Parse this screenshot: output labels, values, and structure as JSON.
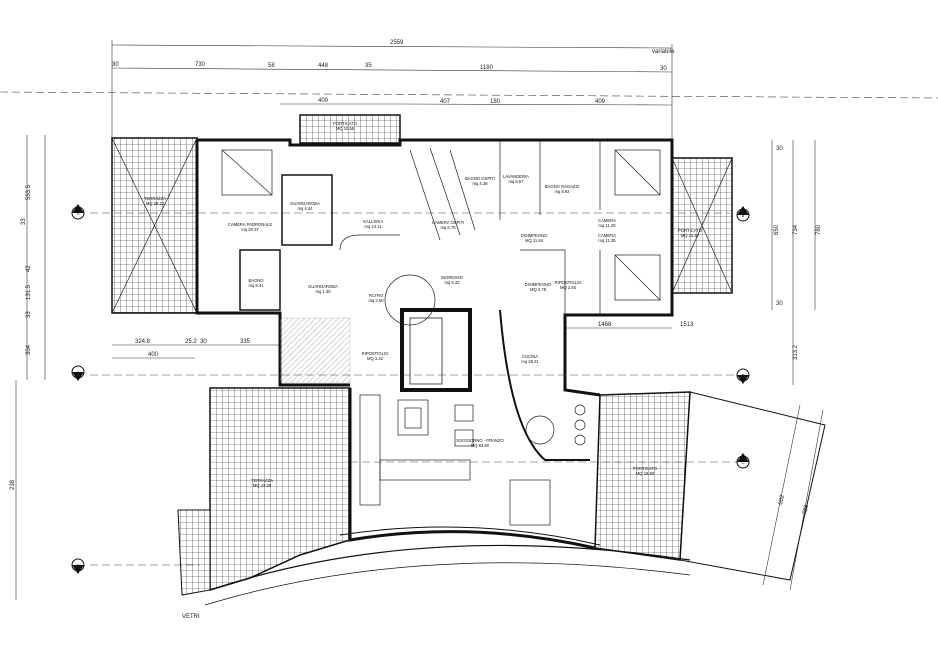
{
  "drawing": {
    "top_dimensions": {
      "overall": "2559",
      "variable": "variabile",
      "segments": [
        "30",
        "730",
        "58",
        "448",
        "35",
        "1180",
        "30"
      ],
      "sub": [
        "400",
        "407",
        "180",
        "409"
      ]
    },
    "left_dimensions": [
      "33",
      "553.5",
      "42",
      "131.5",
      "33",
      "304",
      "238"
    ],
    "right_dimensions": [
      "30",
      "30",
      "650",
      "734",
      "780",
      "313.2",
      "602",
      "723"
    ],
    "mid_dimensions": [
      "324.8",
      "25.2",
      "30",
      "335",
      "400",
      "1468",
      "1513"
    ],
    "rooms": [
      {
        "name": "TERRAZZA",
        "area": "MQ 28.20"
      },
      {
        "name": "PORTICATO",
        "area": "MQ 10.55"
      },
      {
        "name": "CAMERA PADRONALE",
        "area": "mq 20.37"
      },
      {
        "name": "GUARDAROBA",
        "area": "mq 4.34"
      },
      {
        "name": "GALLERIA",
        "area": "mq 13.11"
      },
      {
        "name": "BAGNO",
        "area": "mq 8.41"
      },
      {
        "name": "GUARDAROBA",
        "area": "mq 1.36"
      },
      {
        "name": "FILTRO",
        "area": "mq 3.50"
      },
      {
        "name": "INGRESSO",
        "area": "mq 9.33"
      },
      {
        "name": "CAMERA OSPITI",
        "area": "mq 6.78"
      },
      {
        "name": "BAGNO OSPITI",
        "area": "mq 4.38"
      },
      {
        "name": "LAVANDERIA",
        "area": "mq 5.87"
      },
      {
        "name": "BAGNO RAGAZZI",
        "area": "mq 5.92"
      },
      {
        "name": "DISIMPEGNO",
        "area": "MQ 11.84"
      },
      {
        "name": "CAMERA",
        "area": "mq 11.25"
      },
      {
        "name": "CAMERA",
        "area": "mq 11.35"
      },
      {
        "name": "PORTICATO",
        "area": "MQ 15.57"
      },
      {
        "name": "DISIMPEGNO",
        "area": "MQ 4.78"
      },
      {
        "name": "RIPOSTIGLIO",
        "area": "MQ 2.84"
      },
      {
        "name": "RIPOSTIGLIO",
        "area": "MQ 1.42"
      },
      {
        "name": "CUCINA",
        "area": "mq 28.21"
      },
      {
        "name": "SOGGIORNO - PRANZO",
        "area": "MQ 63.90"
      },
      {
        "name": "TERRAZZA",
        "area": "MQ 43.00"
      },
      {
        "name": "PORTICATO",
        "area": "MQ 19.80"
      }
    ],
    "section_markers": [
      "A",
      "A",
      "B",
      "B",
      "C",
      "C"
    ],
    "bottom_label": "VETRI"
  }
}
